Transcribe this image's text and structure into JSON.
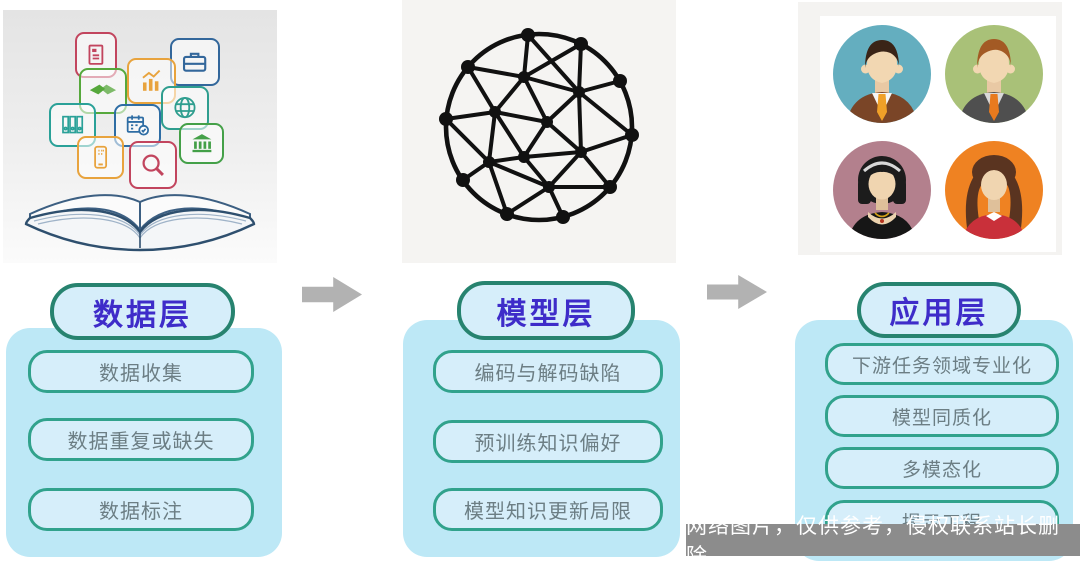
{
  "diagram": {
    "columns": [
      {
        "title": "数据层",
        "items": [
          "数据收集",
          "数据重复或缺失",
          "数据标注"
        ],
        "image_name": "open-book-with-business-icons"
      },
      {
        "title": "模型层",
        "items": [
          "编码与解码缺陷",
          "预训练知识偏好",
          "模型知识更新局限"
        ],
        "image_name": "network-sphere"
      },
      {
        "title": "应用层",
        "items": [
          "下游任务领域专业化",
          "模型同质化",
          "多模态化",
          "提示工程"
        ],
        "image_name": "four-user-avatars"
      }
    ],
    "watermark": "网络图片，仅供参考，侵权联系站长删除",
    "icon_names": [
      "document-icon",
      "briefcase-icon",
      "handshake-icon",
      "bar-chart-icon",
      "globe-icon",
      "binders-icon",
      "calendar-check-icon",
      "bank-icon",
      "smartphone-icon",
      "magnifier-icon"
    ],
    "colors": {
      "panel": "#bde8f6",
      "pill_fill": "#d6eefa",
      "pill_border": "#31a28c",
      "header_border": "#27836f",
      "header_text": "#3e2cc9",
      "item_text": "#6c7e84",
      "arrow": "#b2b2b2",
      "watermark_bg": "#8c8c8c"
    }
  }
}
